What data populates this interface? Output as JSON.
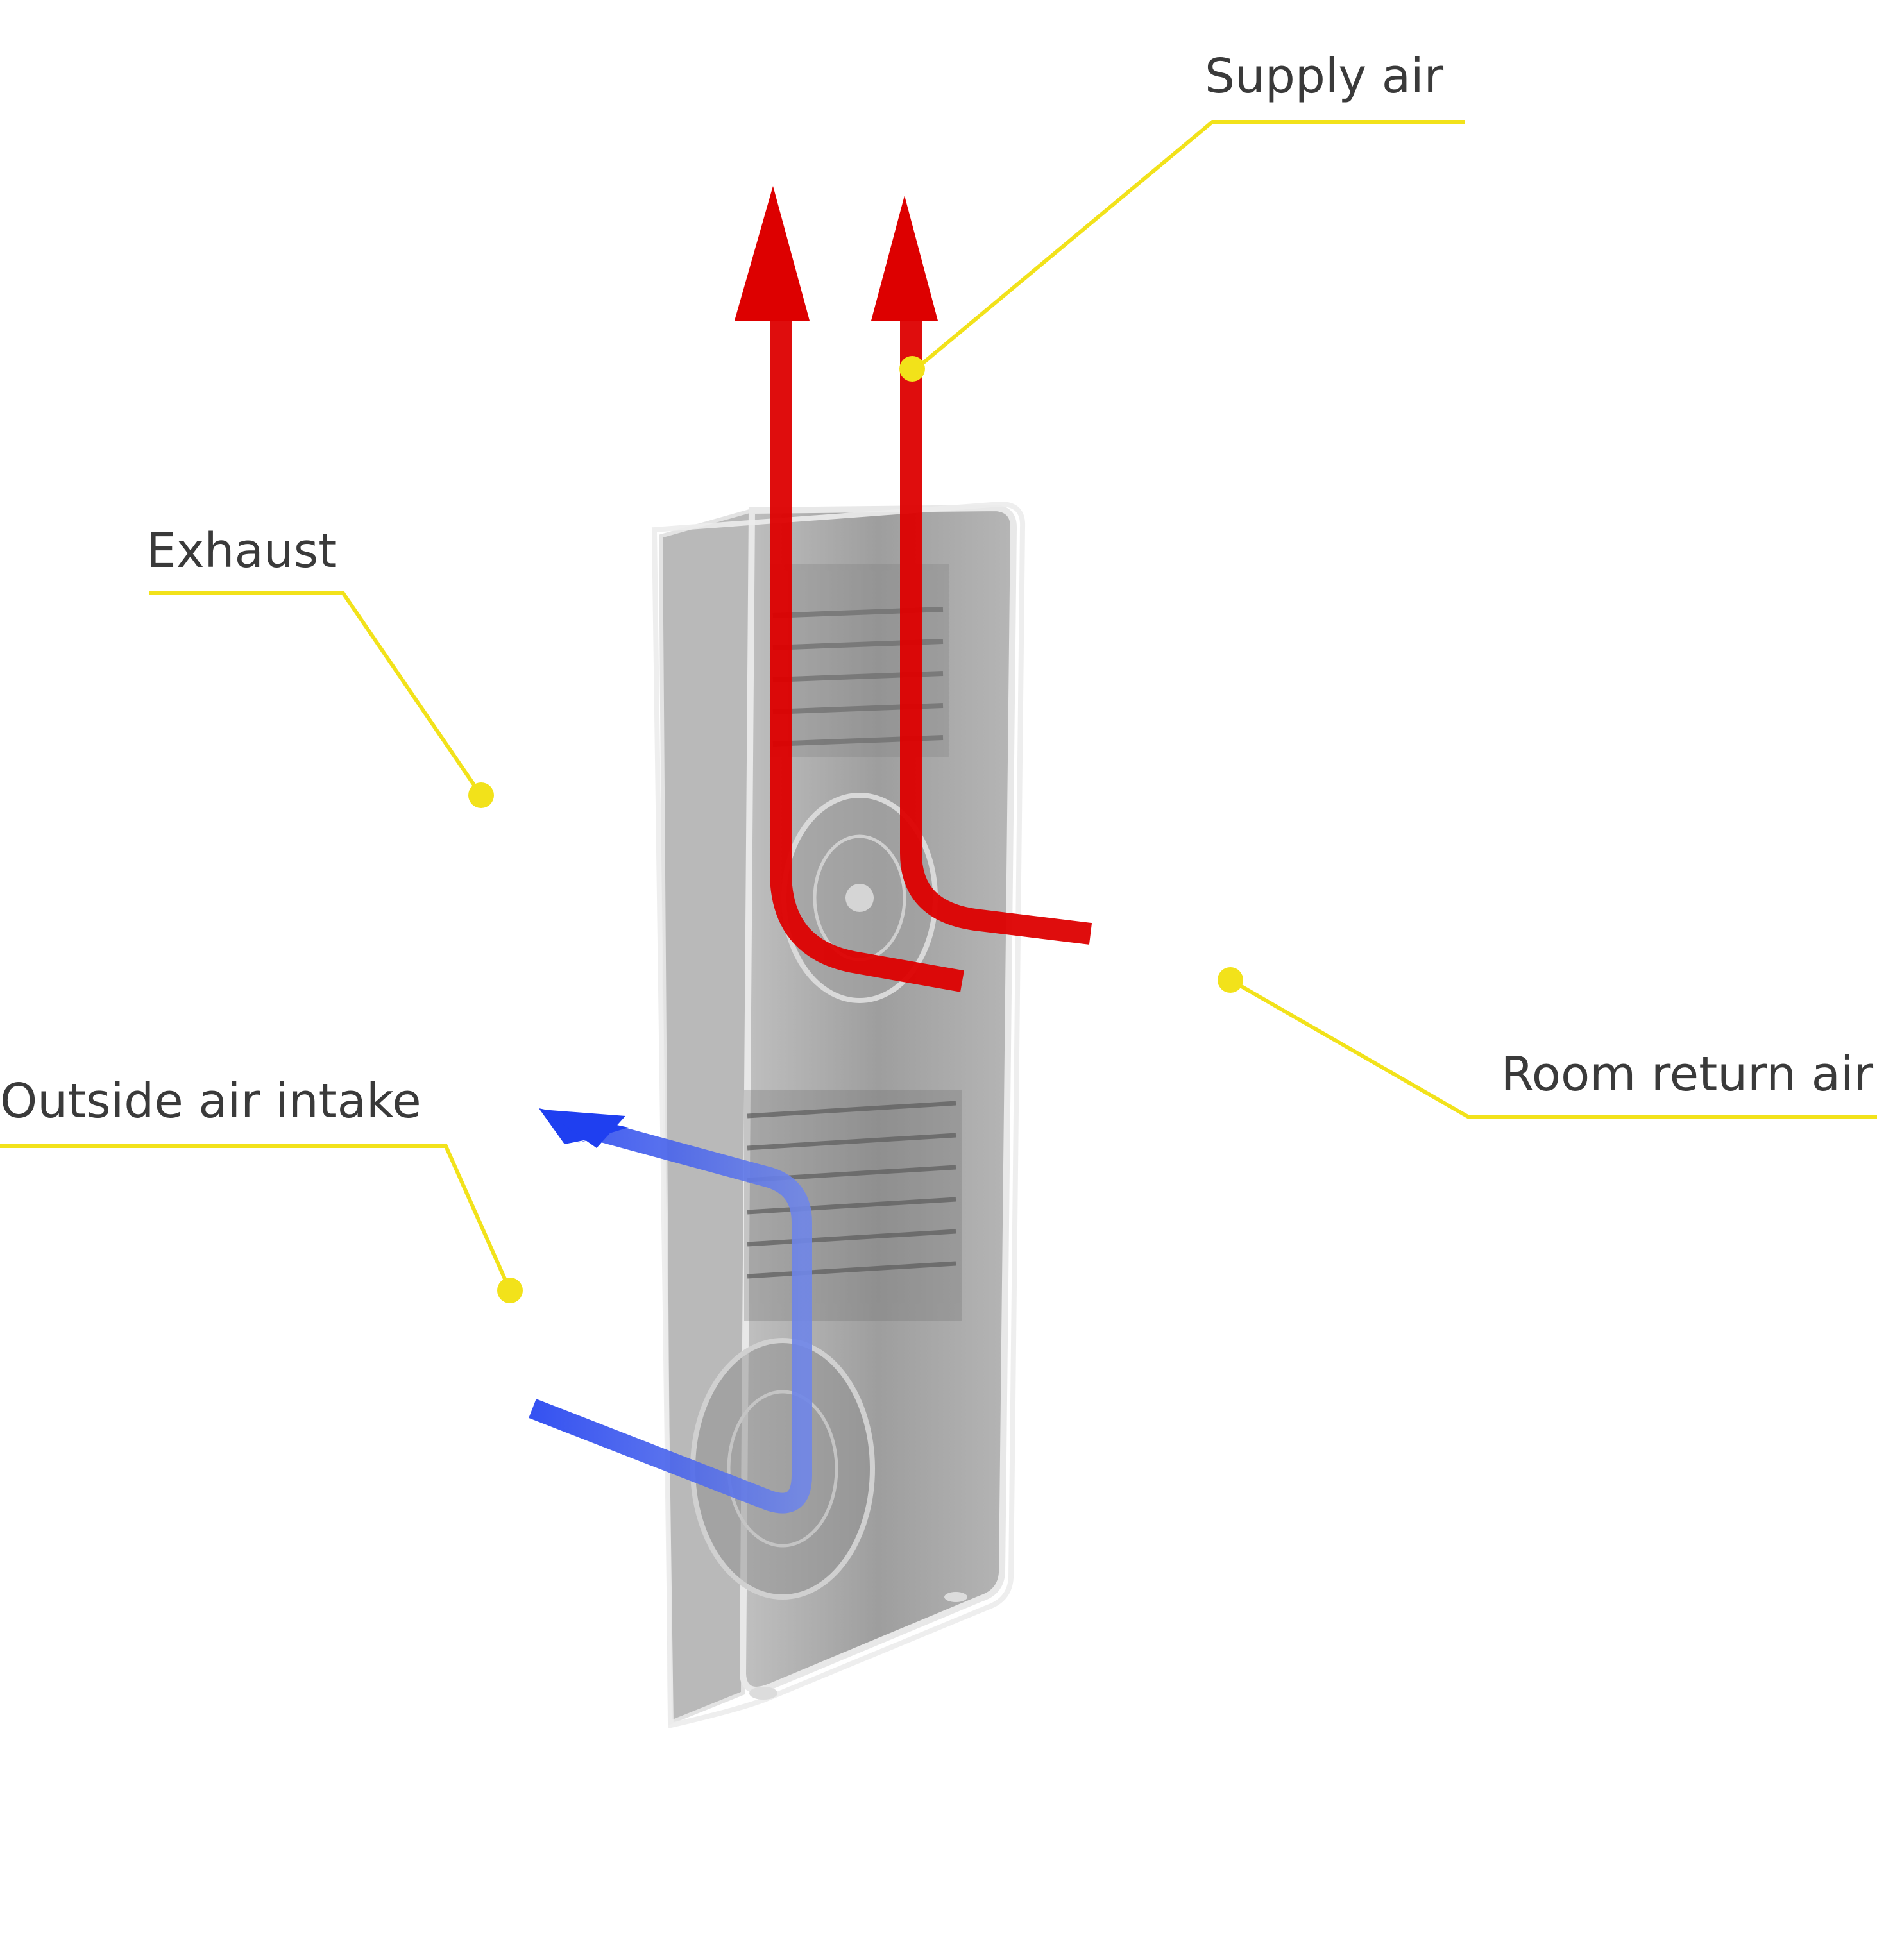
{
  "labels": {
    "supply_air": "Supply air",
    "exhaust": "Exhaust",
    "outside_air_intake": "Outside air intake",
    "room_return_air": "Room return air"
  },
  "colors": {
    "callout_line": "#f2e21a",
    "warm_airflow": "#dd0000",
    "cold_airflow": "#2244ee",
    "unit_body": "#9a9a9a",
    "label_text": "#3a3a3a"
  }
}
